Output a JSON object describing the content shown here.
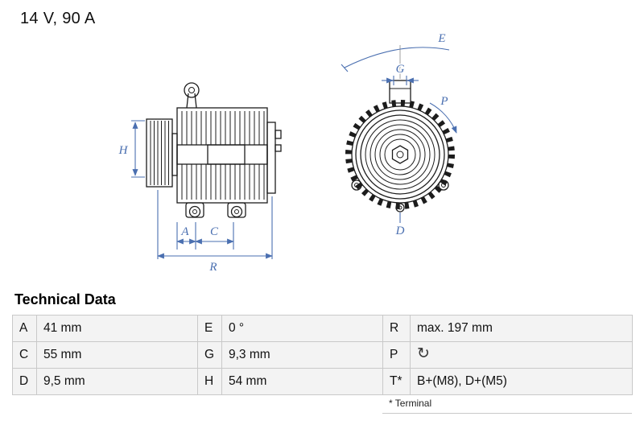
{
  "header": {
    "spec": "14 V, 90 A"
  },
  "drawing": {
    "accent_color": "#4a6fb0",
    "line_color": "#1c1c1c",
    "side_view_labels": {
      "h": "H",
      "a": "A",
      "c": "C",
      "r": "R"
    },
    "front_view_labels": {
      "e": "E",
      "g": "G",
      "p": "P",
      "d": "D"
    }
  },
  "technical_data": {
    "title": "Technical Data",
    "rows": [
      {
        "cells": [
          {
            "key": "A",
            "value": "41 mm"
          },
          {
            "key": "E",
            "value": "0 °"
          },
          {
            "key": "R",
            "value": "max. 197 mm"
          }
        ]
      },
      {
        "cells": [
          {
            "key": "C",
            "value": "55 mm"
          },
          {
            "key": "G",
            "value": "9,3 mm"
          },
          {
            "key": "P",
            "value": "↻",
            "icon": "rotation-clockwise-icon"
          }
        ]
      },
      {
        "cells": [
          {
            "key": "D",
            "value": "9,5 mm"
          },
          {
            "key": "H",
            "value": "54 mm"
          },
          {
            "key": "T*",
            "value": "B+(M8), D+(M5)"
          }
        ]
      }
    ],
    "footnote": "* Terminal"
  }
}
